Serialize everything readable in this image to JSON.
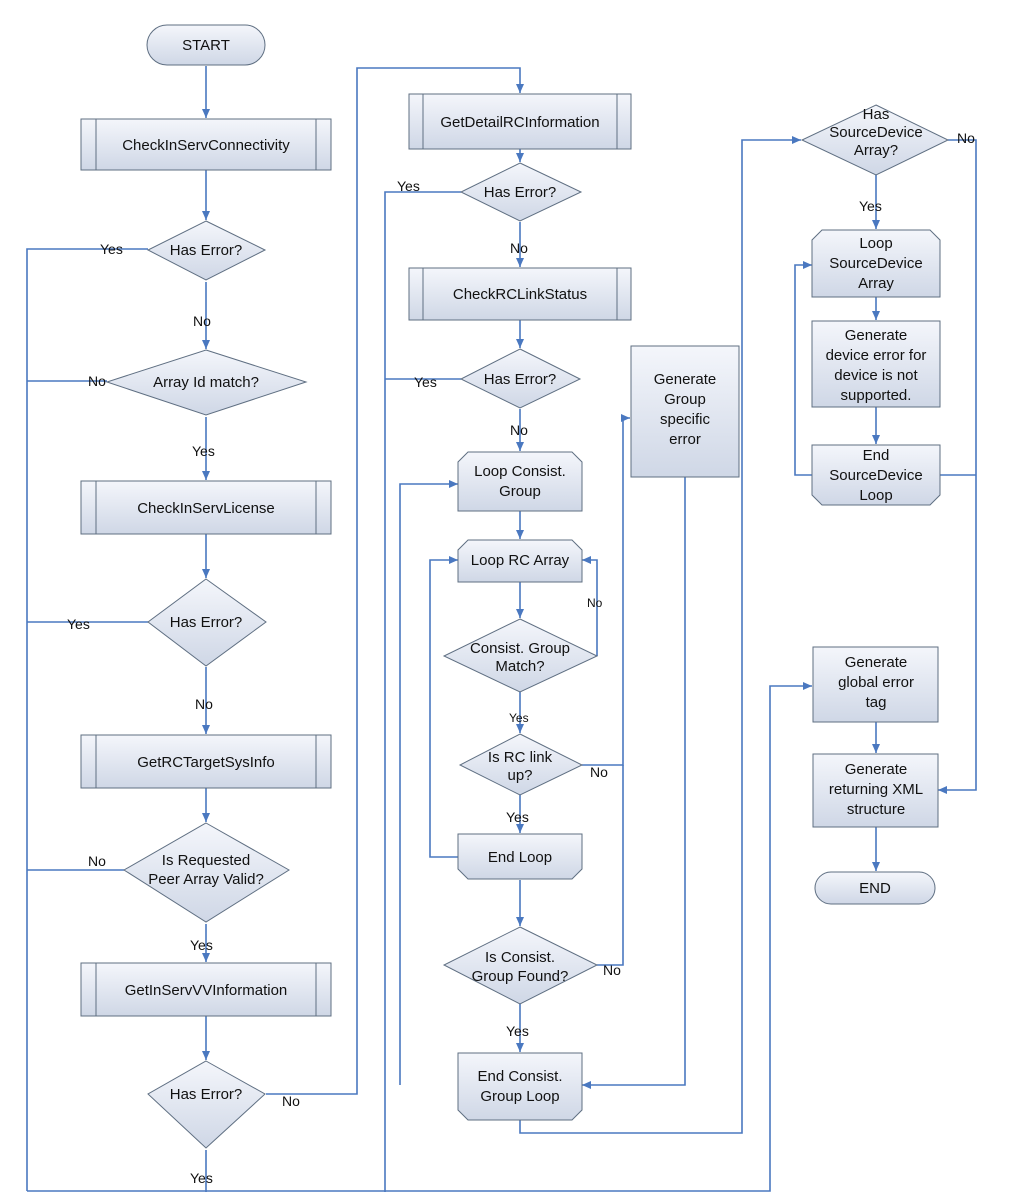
{
  "nodes": {
    "start": "START",
    "check_connectivity": "CheckInServConnectivity",
    "has_error_1": "Has Error?",
    "array_id_match": "Array Id match?",
    "check_license": "CheckInServLicense",
    "has_error_2": "Has Error?",
    "get_target_sysinfo": "GetRCTargetSysInfo",
    "peer_array_valid": [
      "Is Requested",
      "Peer Array Valid?"
    ],
    "get_vv_info": "GetInServVVInformation",
    "has_error_3": "Has Error?",
    "get_detail_rc": "GetDetailRCInformation",
    "has_error_4": "Has Error?",
    "check_rc_link": "CheckRCLinkStatus",
    "has_error_5": "Has Error?",
    "loop_cg": [
      "Loop Consist.",
      "Group"
    ],
    "loop_rc_array": "Loop RC Array",
    "cg_match": [
      "Consist. Group",
      "Match?"
    ],
    "rc_link_up": [
      "Is RC link",
      "up?"
    ],
    "end_loop": "End Loop",
    "cg_found": [
      "Is Consist.",
      "Group Found?"
    ],
    "end_cg_loop": [
      "End Consist.",
      "Group Loop"
    ],
    "gen_group_error": [
      "Generate",
      "Group",
      "specific",
      "error"
    ],
    "has_source_array": [
      "Has",
      "SourceDevice",
      "Array?"
    ],
    "loop_source": [
      "Loop",
      "SourceDevice",
      "Array"
    ],
    "gen_device_error": [
      "Generate",
      "device error for",
      "device is not",
      "supported."
    ],
    "end_source_loop": [
      "End",
      "SourceDevice",
      "Loop"
    ],
    "gen_global_error": [
      "Generate",
      "global error",
      "tag"
    ],
    "gen_xml": [
      "Generate",
      "returning XML",
      "structure"
    ],
    "end": "END"
  },
  "labels": {
    "yes": "Yes",
    "no": "No"
  },
  "colors": {
    "node_fill_top": "#f4f6fb",
    "node_fill_bottom": "#cfd7e6",
    "node_stroke": "#5f6f82",
    "connector": "#4a78c0"
  }
}
